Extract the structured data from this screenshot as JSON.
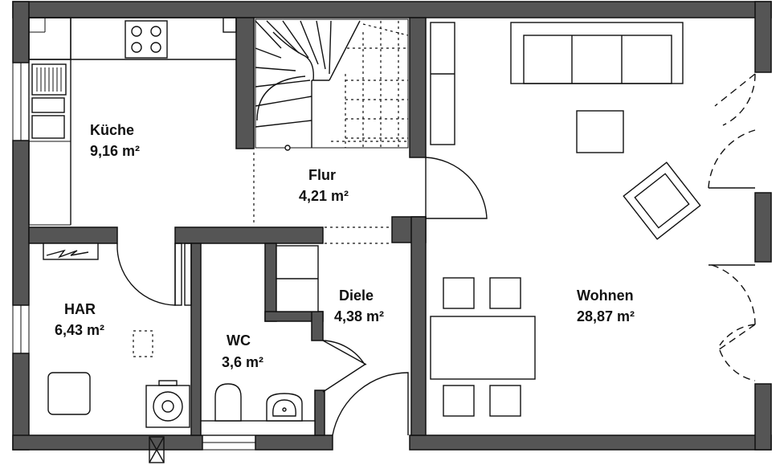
{
  "rooms": {
    "kueche": {
      "name": "Küche",
      "area": "9,16 m²"
    },
    "flur": {
      "name": "Flur",
      "area": "4,21 m²"
    },
    "har": {
      "name": "HAR",
      "area": "6,43 m²"
    },
    "wc": {
      "name": "WC",
      "area": "3,6 m²"
    },
    "diele": {
      "name": "Diele",
      "area": "4,38 m²"
    },
    "wohnen": {
      "name": "Wohnen",
      "area": "28,87 m²"
    }
  },
  "colors": {
    "wall": "#555555",
    "line": "#111111",
    "background": "#ffffff"
  }
}
